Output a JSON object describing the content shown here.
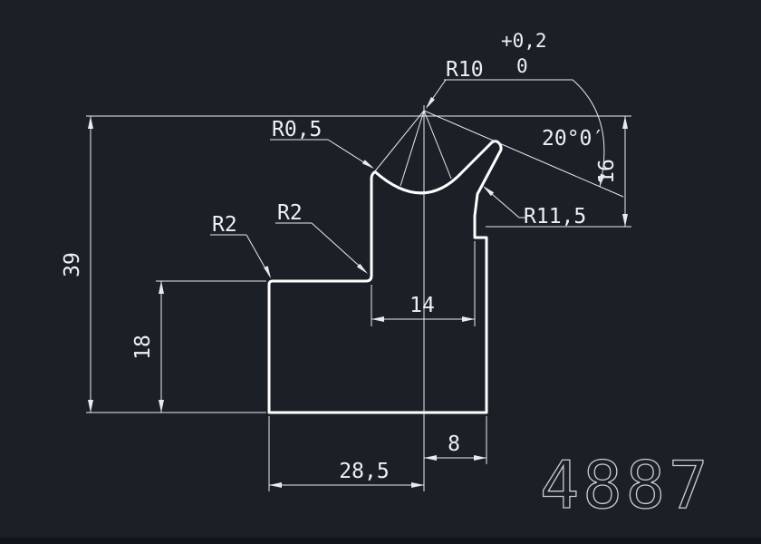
{
  "app": {
    "background_color": "#1b2026",
    "profile_line_color": "#ffffff",
    "dimension_line_color": "#e9ecef",
    "text_color": "#eef1f4"
  },
  "part_number": "4887",
  "dims": {
    "total_height": "39",
    "step_height": "18",
    "neck_width": "14",
    "base_width": "28,5",
    "right_offset": "8",
    "nib_height": "16",
    "angle": "20°0′",
    "radius_groove": "R10",
    "radius_fillet": "R0,5",
    "radius_corner_outer": "R2",
    "radius_corner_inner": "R2",
    "radius_nib": "R11,5",
    "tol_upper": "+0,2",
    "tol_lower": "0"
  }
}
